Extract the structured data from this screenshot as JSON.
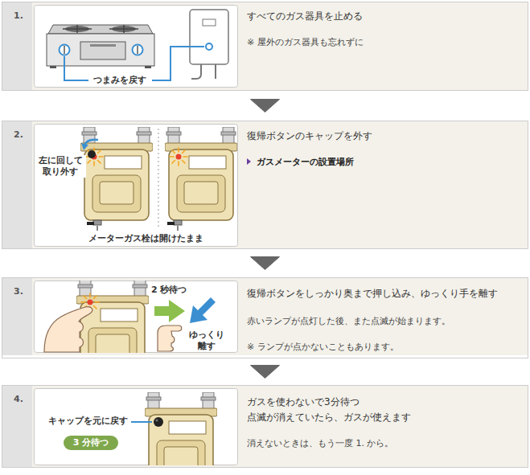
{
  "diagram": {
    "nodes": [
      {
        "text": [
          "1.",
          "すべてのガス器具を止める",
          "※ 屋外のガス器具も忘れずに"
        ]
      },
      {
        "text": [
          "2.",
          "復帰ボタンのキャップを外す",
          "ガスメーターの設置場所"
        ]
      },
      {
        "text": [
          "3.",
          "復帰ボタンをしっかり奥まで押し込み、ゆっくり手を離す",
          "赤いランプが点灯した後、また点滅が始まります。",
          "※ ランプが点かないこともあります。"
        ]
      },
      {
        "text": [
          "4.",
          "ガスを使わないで3分待つ",
          "点滅が消えていたら、ガスが使えます",
          "消えないときは、もう一度 1. から。"
        ]
      },
      {
        "text": [
          "3 分待つ"
        ],
        "in": 3
      }
    ],
    "edges": [
      {
        "from": 0,
        "to": 1,
        "arrow": "to"
      },
      {
        "from": 1,
        "to": 2,
        "arrow": "to"
      },
      {
        "from": 2,
        "to": 3,
        "arrow": "to"
      }
    ],
    "labels": [
      "つまみを戻す",
      "左に回して 取り外す",
      "メーターガス栓は開けたまま",
      "2 秒待つ",
      "ゆっくり 離す",
      "キャップを元に戻す"
    ]
  }
}
